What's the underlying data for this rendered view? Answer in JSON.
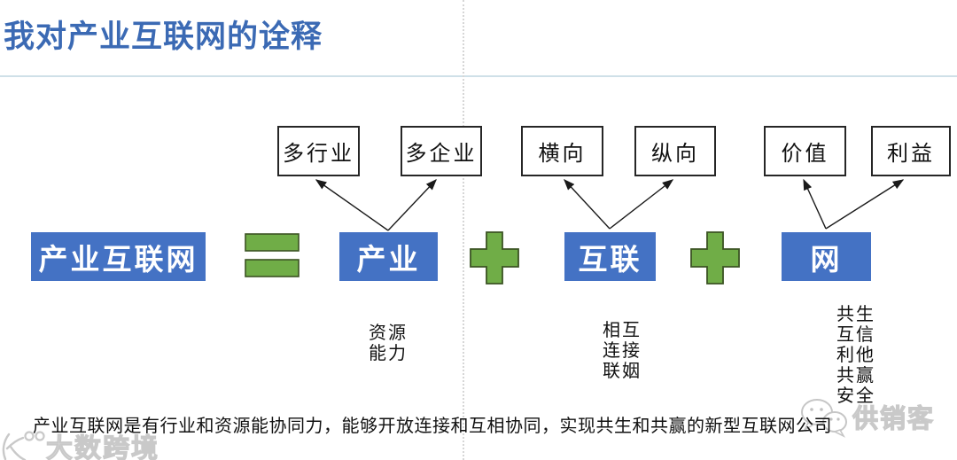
{
  "title": "我对产业互联网的诠释",
  "equation": {
    "result_label": "产业互联网",
    "operators": {
      "equals": "=",
      "plus": "+"
    },
    "terms": [
      {
        "label": "产业",
        "factors": [
          "多行业",
          "多企业"
        ],
        "note": "资源\n能力"
      },
      {
        "label": "互联",
        "factors": [
          "横向",
          "纵向"
        ],
        "note": "相互\n连接\n联姻"
      },
      {
        "label": "网",
        "factors": [
          "价值",
          "利益"
        ],
        "note": "共生\n互信\n利他\n共赢\n安全"
      }
    ]
  },
  "summary": {
    "text": "产业互联网是有行业和资源能协同力，能够开放连接和互相协同，实现共生和共赢的新型互联网公司"
  },
  "watermarks": {
    "left": "大数跨境",
    "right": "供销客"
  },
  "colors": {
    "title_blue": "#3b6ab4",
    "box_blue": "#4472C4",
    "green": "#70AD47",
    "green_border": "#3b5323",
    "rule": "#cfe0e8"
  }
}
